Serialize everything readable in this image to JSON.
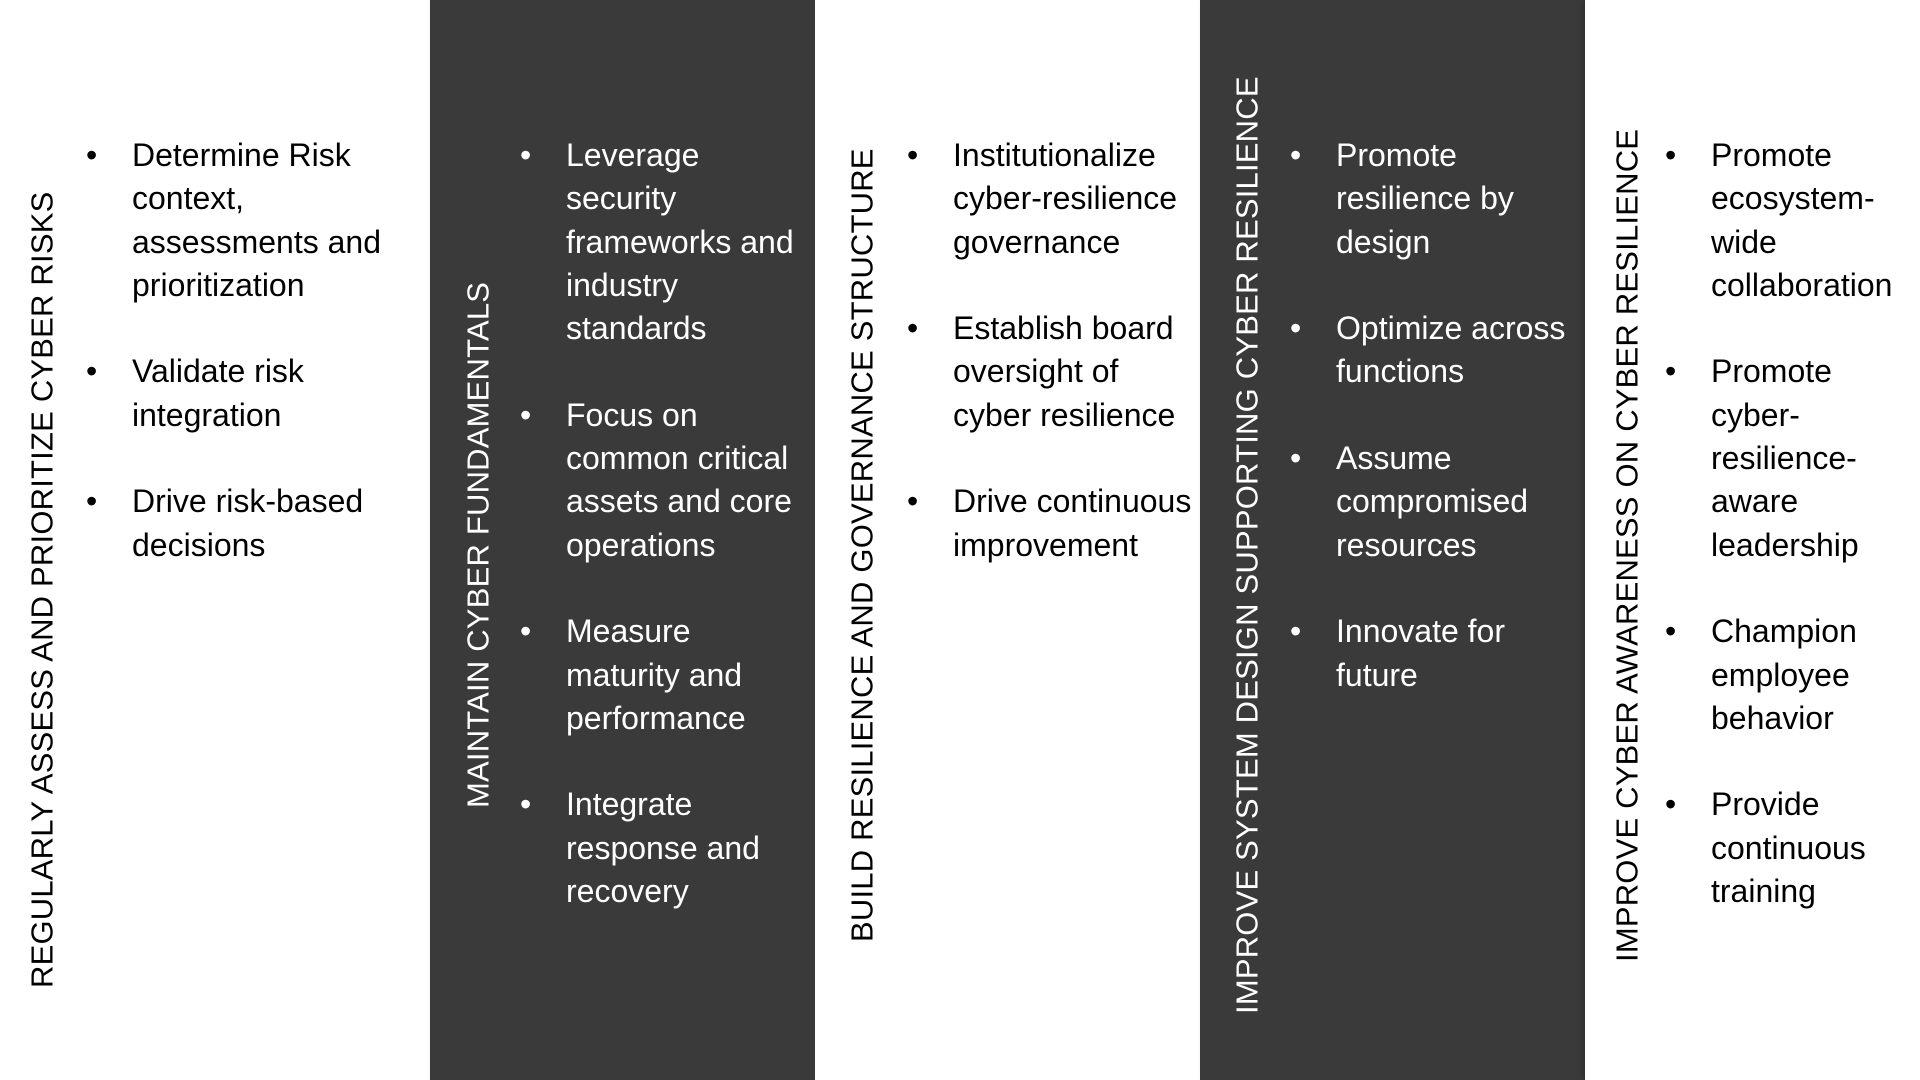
{
  "columns": [
    {
      "title": "REGULARLY ASSESS AND PRIORITIZE CYBER RISKS",
      "items": [
        "Determine Risk context, assessments and prioritization",
        "Validate risk integration",
        "Drive risk-based decisions"
      ]
    },
    {
      "title": "MAINTAIN CYBER FUNDAMENTALS",
      "items": [
        "Leverage security frameworks and industry standards",
        "Focus on common critical assets and core operations",
        "Measure maturity and performance",
        "Integrate response and recovery"
      ]
    },
    {
      "title": "BUILD RESILIENCE AND GOVERNANCE STRUCTURE",
      "items": [
        "Institutionalize cyber-resilience governance",
        "Establish board oversight of cyber resilience",
        "Drive continuous improvement"
      ]
    },
    {
      "title": "IMPROVE SYSTEM DESIGN SUPPORTING CYBER RESILIENCE",
      "items": [
        "Promote resilience by design",
        "Optimize across functions",
        "Assume compromised resources",
        "Innovate for future"
      ]
    },
    {
      "title": "IMPROVE CYBER AWARENESS ON CYBER RESILIENCE",
      "items": [
        "Promote ecosystem-wide collaboration",
        "Promote cyber-resilience-aware leadership",
        "Champion employee behavior",
        "Provide continuous training"
      ]
    }
  ],
  "colors": {
    "dark_panel": "#3a3a3a",
    "dark_text": "#ffffff",
    "light_text": "#000000"
  }
}
